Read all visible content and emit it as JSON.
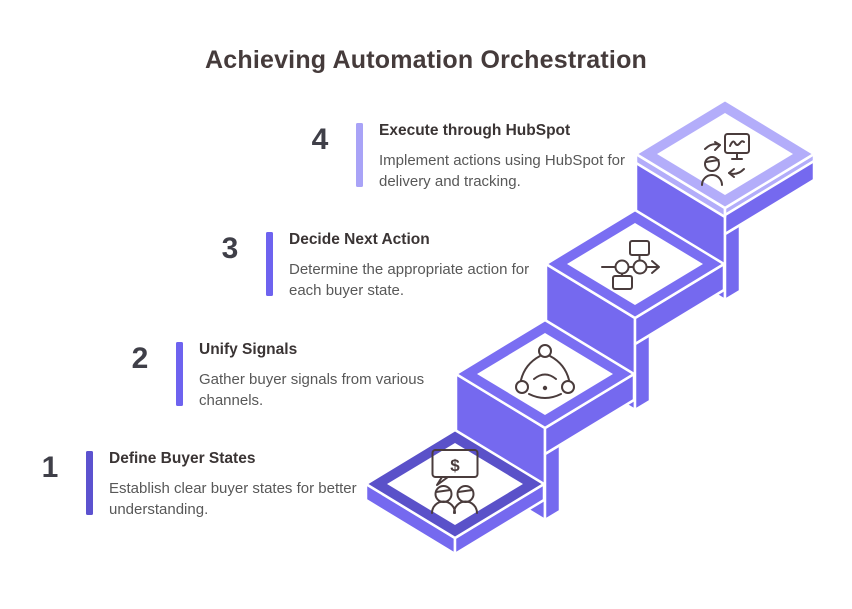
{
  "title": "Achieving Automation Orchestration",
  "colors": {
    "title_color": "#453b3b",
    "number_color": "#3f3f48",
    "step_title_color": "#3a3434",
    "description_color": "#585858",
    "platform_side": "#7569ef",
    "platform_top_border_light": "#b3adfa",
    "platform_top_border_medium": "#7a6ef2",
    "platform_top_border_dark": "#5a51c9",
    "platform_face_white": "#ffffff",
    "icon_stroke": "#4a3c3c"
  },
  "steps": [
    {
      "number": "1",
      "title": "Define Buyer States",
      "description": "Establish clear buyer states for better understanding.",
      "accent": "#5c52cf",
      "icon": "people-payment-chat-icon"
    },
    {
      "number": "2",
      "title": "Unify Signals",
      "description": "Gather buyer signals from various channels.",
      "accent": "#6e63ef",
      "icon": "signal-network-icon"
    },
    {
      "number": "3",
      "title": "Decide Next Action",
      "description": "Determine the appropriate action for each buyer state.",
      "accent": "#6e63ef",
      "icon": "flowchart-decision-icon"
    },
    {
      "number": "4",
      "title": "Execute through HubSpot",
      "description": "Implement actions using HubSpot for delivery and tracking.",
      "accent": "#a9a3f7",
      "icon": "person-sync-dashboard-icon"
    }
  ]
}
